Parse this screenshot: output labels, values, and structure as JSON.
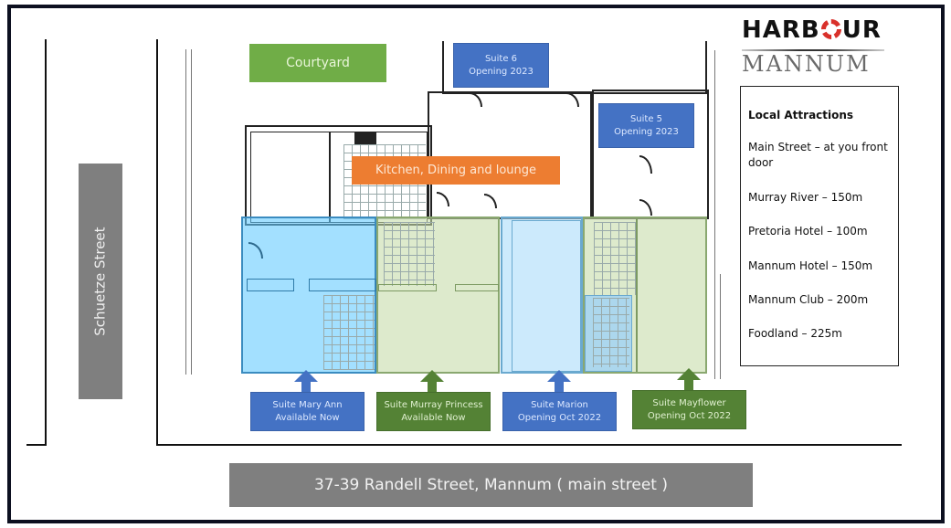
{
  "logo": {
    "line1_left": "HARB",
    "line1_icon": "lifebuoy-icon",
    "line1_right": "UR",
    "line2": "MANNUM",
    "accent_color": "#d9302a"
  },
  "attractions": {
    "title": "Local Attractions",
    "items": [
      "Main Street – at you front door",
      "Murray River – 150m",
      "Pretoria Hotel – 100m",
      "Mannum Hotel – 150m",
      "Mannum Club – 200m",
      "Foodland – 225m"
    ]
  },
  "areas": {
    "courtyard": "Courtyard",
    "kitchen": "Kitchen, Dining and lounge",
    "suite6": {
      "name": "Suite 6",
      "status": "Opening 2023"
    },
    "suite5": {
      "name": "Suite 5",
      "status": "Opening 2023"
    }
  },
  "suites": [
    {
      "name": "Suite Mary Ann",
      "status": "Available Now",
      "color": "#4472c4"
    },
    {
      "name": "Suite Murray Princess",
      "status": "Available Now",
      "color": "#548235"
    },
    {
      "name": "Suite Marion",
      "status": "Opening Oct 2022",
      "color": "#4472c4"
    },
    {
      "name": "Suite Mayflower",
      "status": "Opening Oct 2022",
      "color": "#548235"
    }
  ],
  "streets": {
    "side": "Schuetze Street",
    "main": "37-39 Randell Street, Mannum ( main street )"
  },
  "colors": {
    "blue": "#4472c4",
    "dark_green": "#548235",
    "light_green": "#70ad47",
    "orange": "#ed7d31",
    "street_gray": "#7f7f7f"
  }
}
